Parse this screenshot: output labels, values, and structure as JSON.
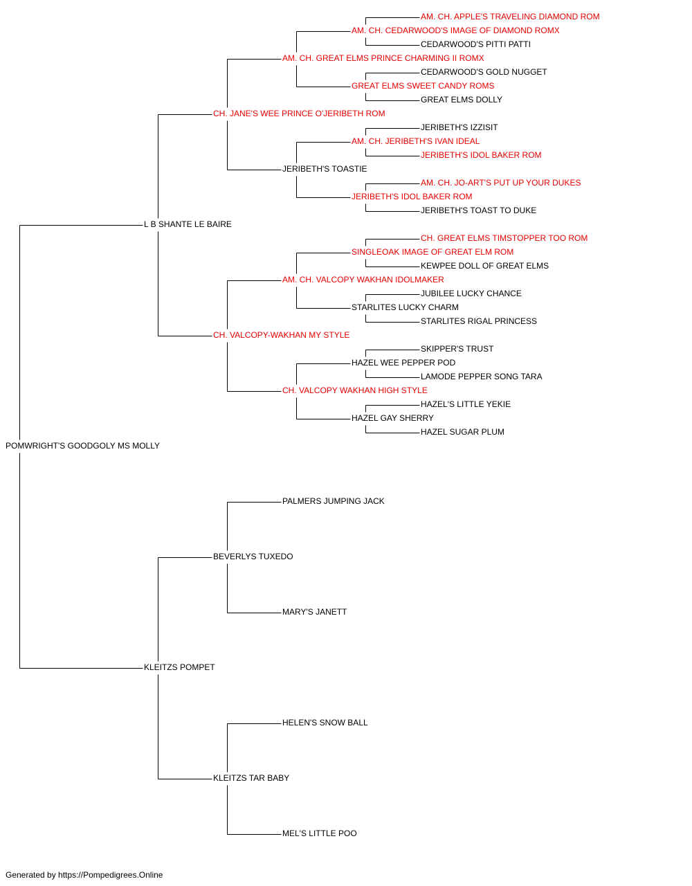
{
  "colors": {
    "champion": "#e60000",
    "normal": "#000000",
    "line": "#000000"
  },
  "pedigree": {
    "name": "POMWRIGHT'S GOODGOLY MS MOLLY",
    "champion": false,
    "sire": {
      "name": "L B SHANTE LE BAIRE",
      "champion": false,
      "sire": {
        "name": "CH. JANE'S WEE PRINCE O'JERIBETH ROM",
        "champion": true,
        "sire": {
          "name": "AM. CH. GREAT ELMS PRINCE CHARMING II ROMX",
          "champion": true,
          "sire": {
            "name": "AM. CH. CEDARWOOD'S IMAGE OF DIAMOND ROMX",
            "champion": true,
            "sire": {
              "name": "AM. CH. APPLE'S TRAVELING DIAMOND ROM",
              "champion": true
            },
            "dam": {
              "name": "CEDARWOOD'S PITTI PATTI",
              "champion": false
            }
          },
          "dam": {
            "name": "GREAT ELMS SWEET CANDY ROMS",
            "champion": true,
            "sire": {
              "name": "CEDARWOOD'S GOLD NUGGET",
              "champion": false
            },
            "dam": {
              "name": "GREAT ELMS DOLLY",
              "champion": false
            }
          }
        },
        "dam": {
          "name": "JERIBETH'S TOASTIE",
          "champion": false,
          "sire": {
            "name": "AM. CH. JERIBETH'S IVAN IDEAL",
            "champion": true,
            "sire": {
              "name": "JERIBETH'S IZZISIT",
              "champion": false
            },
            "dam": {
              "name": "JERIBETH'S IDOL BAKER ROM",
              "champion": true
            }
          },
          "dam": {
            "name": "JERIBETH'S IDOL BAKER ROM",
            "champion": true,
            "sire": {
              "name": "AM. CH. JO-ART'S PUT UP YOUR DUKES",
              "champion": true
            },
            "dam": {
              "name": "JERIBETH'S TOAST TO DUKE",
              "champion": false
            }
          }
        }
      },
      "dam": {
        "name": "CH. VALCOPY-WAKHAN MY STYLE",
        "champion": true,
        "sire": {
          "name": "AM. CH. VALCOPY WAKHAN IDOLMAKER",
          "champion": true,
          "sire": {
            "name": "SINGLEOAK IMAGE OF GREAT ELM ROM",
            "champion": true,
            "sire": {
              "name": "CH. GREAT ELMS TIMSTOPPER TOO ROM",
              "champion": true
            },
            "dam": {
              "name": "KEWPEE DOLL OF GREAT ELMS",
              "champion": false
            }
          },
          "dam": {
            "name": "STARLITES LUCKY CHARM",
            "champion": false,
            "sire": {
              "name": "JUBILEE LUCKY CHANCE",
              "champion": false
            },
            "dam": {
              "name": "STARLITES RIGAL PRINCESS",
              "champion": false
            }
          }
        },
        "dam": {
          "name": "CH. VALCOPY WAKHAN HIGH STYLE",
          "champion": true,
          "sire": {
            "name": "HAZEL WEE PEPPER POD",
            "champion": false,
            "sire": {
              "name": "SKIPPER'S TRUST",
              "champion": false
            },
            "dam": {
              "name": "LAMODE PEPPER SONG TARA",
              "champion": false
            }
          },
          "dam": {
            "name": "HAZEL GAY SHERRY",
            "champion": false,
            "sire": {
              "name": "HAZEL'S LITTLE YEKIE",
              "champion": false
            },
            "dam": {
              "name": "HAZEL SUGAR PLUM",
              "champion": false
            }
          }
        }
      }
    },
    "dam": {
      "name": "KLEITZS POMPET",
      "champion": false,
      "sire": {
        "name": "BEVERLYS TUXEDO",
        "champion": false,
        "sire": {
          "name": "PALMERS JUMPING JACK",
          "champion": false
        },
        "dam": {
          "name": "MARY'S JANETT",
          "champion": false
        }
      },
      "dam": {
        "name": "KLEITZS TAR BABY",
        "champion": false,
        "sire": {
          "name": "HELEN'S SNOW BALL",
          "champion": false
        },
        "dam": {
          "name": "MEL'S LITTLE POO",
          "champion": false
        }
      }
    }
  },
  "footer": {
    "text": "Generated by https://Pompedigrees.Online"
  }
}
